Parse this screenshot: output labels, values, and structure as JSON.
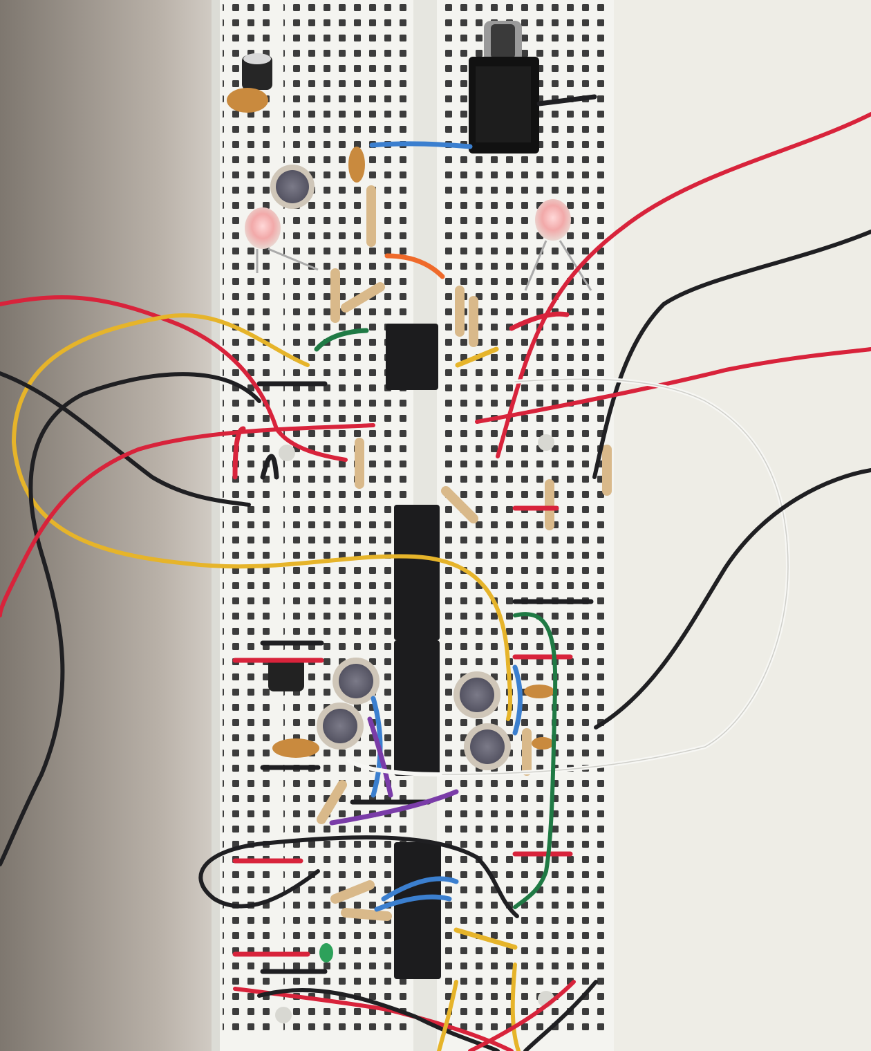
{
  "chips": [
    {
      "name": "op-amp-8pin-top",
      "text": ""
    },
    {
      "name": "ic-st-16pin",
      "text": ""
    },
    {
      "name": "ic-16pin-middle",
      "text": ""
    },
    {
      "name": "ic-14pin-bottom",
      "text": ""
    }
  ],
  "colors": {
    "background_left": "#8a847c",
    "background_right": "#eeede6",
    "board": "#f4f4f0",
    "hole": "#3a3a3a",
    "wire_red": "#d8233b",
    "wire_black": "#1f1f22",
    "wire_yellow": "#e6b42a",
    "wire_blue": "#3b7fcf",
    "wire_green": "#1f7a44",
    "wire_purple": "#7a3ca8",
    "wire_white": "#f2f2ef",
    "wire_orange": "#ef6a2a",
    "ic_body": "#1c1c1e",
    "ldr_body": "#c9bfb0",
    "capacitor_ceramic": "#c98a3e"
  },
  "icons": [
    "led-icon",
    "ldr-icon",
    "capacitor-icon",
    "resistor-icon",
    "audio-jack-icon"
  ]
}
